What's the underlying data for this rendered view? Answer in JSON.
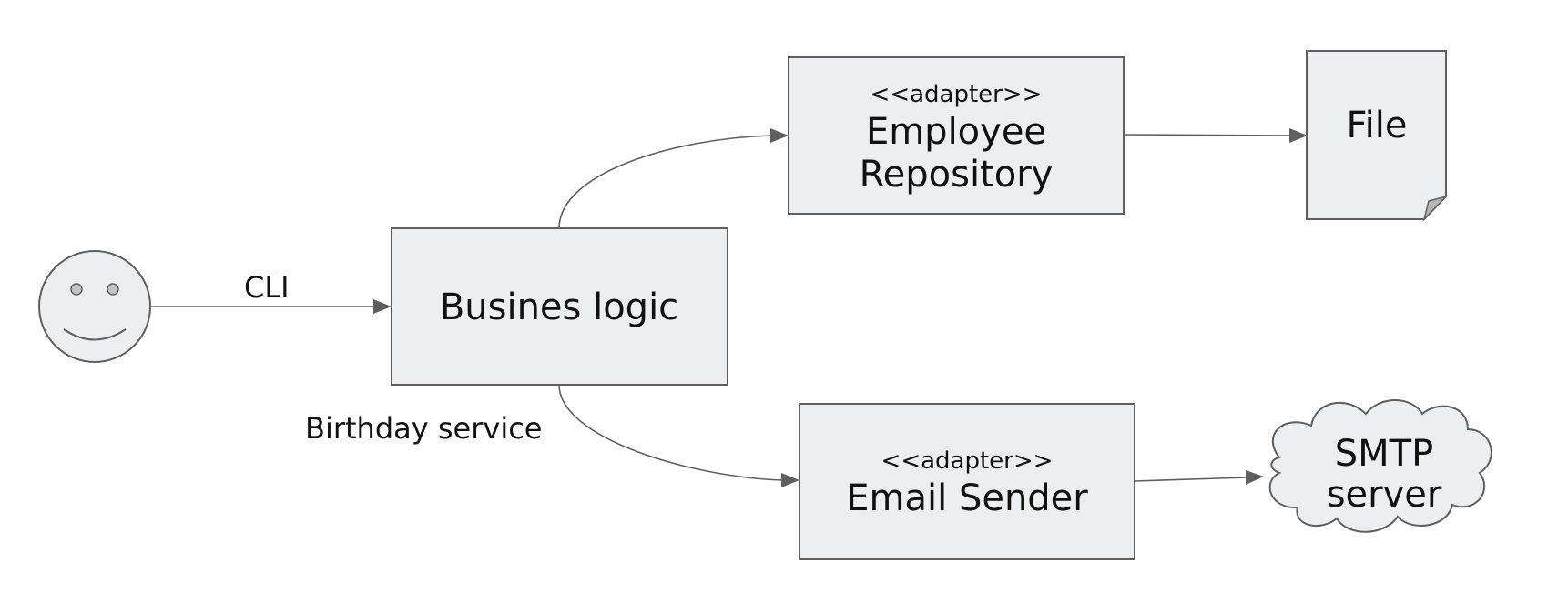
{
  "actor": {
    "icon": "smiley-face-icon"
  },
  "edges": {
    "cli_label": "CLI"
  },
  "nodes": {
    "business_logic": {
      "label": "Busines logic",
      "caption": "Birthday service"
    },
    "employee_repository": {
      "stereotype": "<<adapter>>",
      "line1": "Employee",
      "line2": "Repository"
    },
    "email_sender": {
      "stereotype": "<<adapter>>",
      "label": "Email Sender"
    },
    "file": {
      "label": "File",
      "icon": "document-icon"
    },
    "smtp_server": {
      "line1": "SMTP",
      "line2": "server",
      "icon": "cloud-icon"
    }
  },
  "colors": {
    "box_fill": "#eceff1",
    "stroke": "#5f5f5f",
    "text": "#111111",
    "background": "#ffffff"
  }
}
